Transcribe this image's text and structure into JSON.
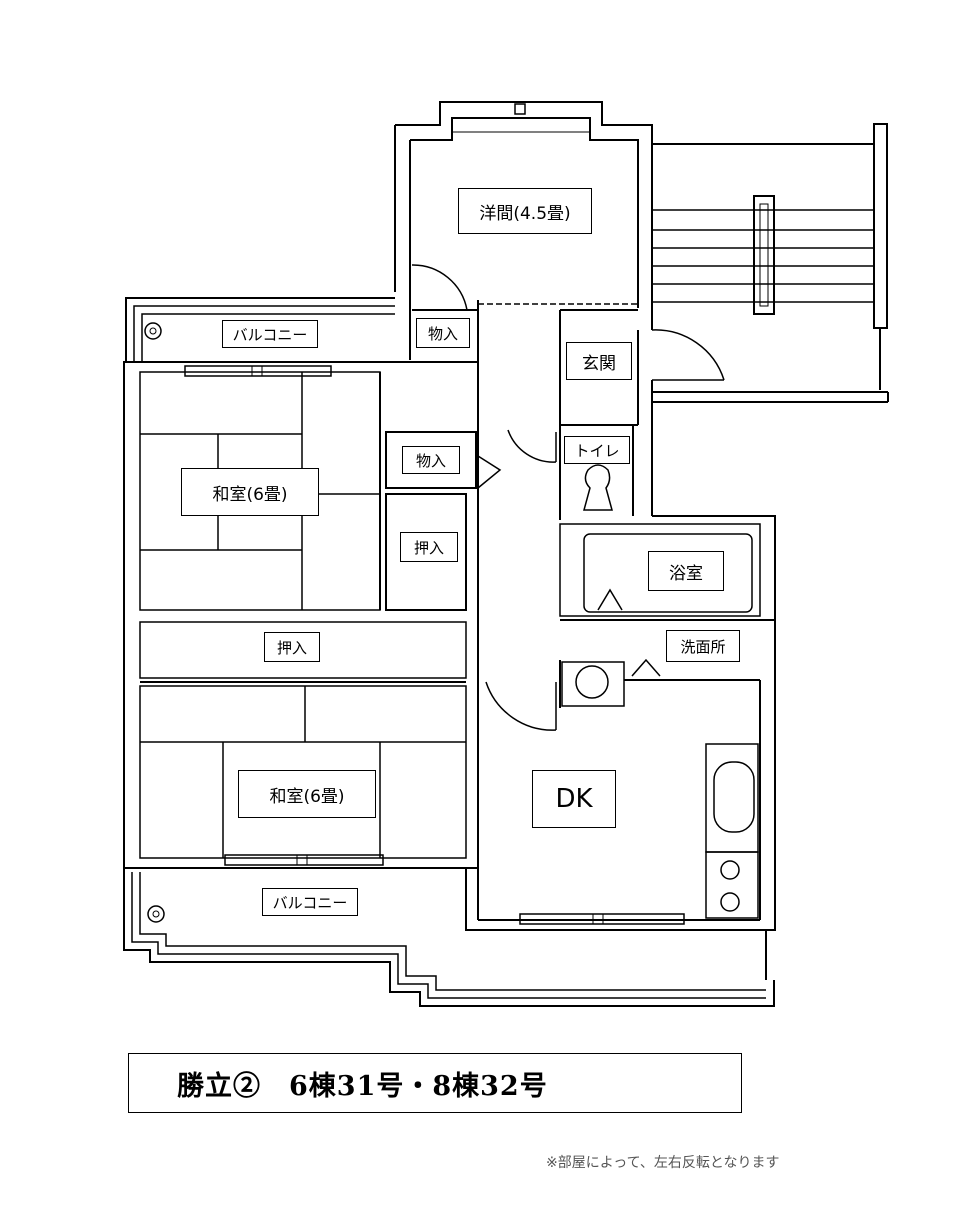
{
  "rooms": {
    "western": "洋間(4.5畳)",
    "storage_top": "物入",
    "entrance": "玄関",
    "toilet": "トイレ",
    "storage_mid": "物入",
    "closet_mid": "押入",
    "japanese_top": "和室(6畳)",
    "bath": "浴室",
    "washroom": "洗面所",
    "closet_low": "押入",
    "japanese_low": "和室(6畳)",
    "dk": "DK",
    "balcony_top": "バルコニー",
    "balcony_bottom": "バルコニー"
  },
  "caption": "勝立②　6棟31号・8棟32号",
  "note": "※部屋によって、左右反転となります"
}
